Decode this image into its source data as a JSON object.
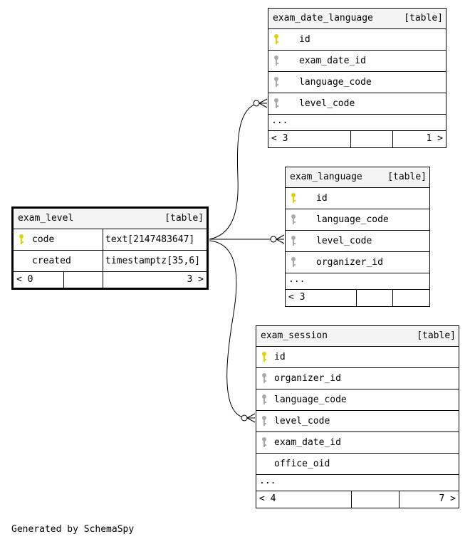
{
  "tables": {
    "exam_date_language": {
      "name": "exam_date_language",
      "kind": "[table]",
      "columns": [
        "id",
        "exam_date_id",
        "language_code",
        "level_code"
      ],
      "more": "...",
      "nav_left": "< 3",
      "nav_right": "1 >"
    },
    "exam_language": {
      "name": "exam_language",
      "kind": "[table]",
      "columns": [
        "id",
        "language_code",
        "level_code",
        "organizer_id"
      ],
      "more": "...",
      "nav_left": "< 3",
      "nav_right": ""
    },
    "exam_level": {
      "name": "exam_level",
      "kind": "[table]",
      "columns": [
        {
          "name": "code",
          "type": "text[2147483647]"
        },
        {
          "name": "created",
          "type": "timestamptz[35,6]"
        }
      ],
      "nav_left": "< 0",
      "nav_right": "3 >"
    },
    "exam_session": {
      "name": "exam_session",
      "kind": "[table]",
      "columns": [
        "id",
        "organizer_id",
        "language_code",
        "level_code",
        "exam_date_id",
        "office_oid"
      ],
      "more": "...",
      "nav_left": "< 4",
      "nav_right": "7 >"
    }
  },
  "colors": {
    "primary_key": "#e6cf00",
    "foreign_key": "#aaaaaa"
  },
  "footer": "Generated by SchemaSpy"
}
